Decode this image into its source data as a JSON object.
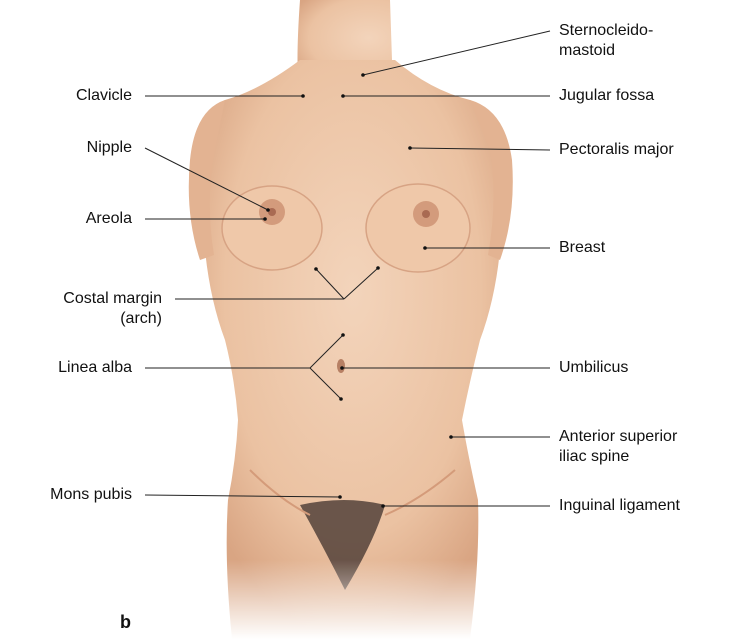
{
  "figure": {
    "panel_letter": "b",
    "labels": {
      "sternocleidomastoid_1": "Sternocleido-",
      "sternocleidomastoid_2": "mastoid",
      "jugular_fossa": "Jugular fossa",
      "clavicle": "Clavicle",
      "nipple": "Nipple",
      "pectoralis_major": "Pectoralis major",
      "areola": "Areola",
      "breast": "Breast",
      "costal_margin_1": "Costal margin",
      "costal_margin_2": "(arch)",
      "linea_alba": "Linea alba",
      "umbilicus": "Umbilicus",
      "asis_1": "Anterior superior",
      "asis_2": "iliac spine",
      "mons_pubis": "Mons pubis",
      "inguinal_ligament": "Inguinal ligament"
    },
    "colors": {
      "skin": "#ecc3a3",
      "skin_shadow": "#d9a583",
      "line": "#222222",
      "hair": "#4a3a33",
      "areola": "#c98c6d"
    }
  }
}
